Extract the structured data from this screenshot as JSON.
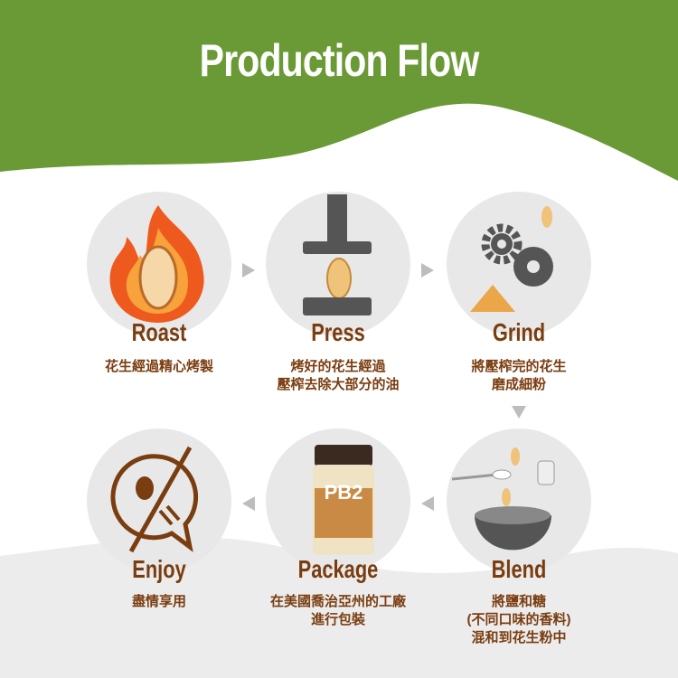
{
  "title": "Production Flow",
  "colors": {
    "green": "#6a9a35",
    "brown": "#7a3d10",
    "gray": "#e8e8e8"
  },
  "steps": [
    {
      "title": "Roast",
      "desc": [
        "花生經過精心烤製"
      ],
      "icon": "fire-peanut-icon"
    },
    {
      "title": "Press",
      "desc": [
        "烤好的花生經過",
        "壓榨去除大部分的油"
      ],
      "icon": "press-icon"
    },
    {
      "title": "Grind",
      "desc": [
        "將壓榨完的花生",
        "磨成細粉"
      ],
      "icon": "gears-icon"
    },
    {
      "title": "Blend",
      "desc": [
        "將鹽和糖",
        "(不同口味的香料)",
        "混和到花生粉中"
      ],
      "icon": "bowl-icon"
    },
    {
      "title": "Package",
      "desc": [
        "在美國喬治亞州的工廠",
        "進行包裝"
      ],
      "icon": "jar-icon"
    },
    {
      "title": "Enjoy",
      "desc": [
        "盡情享用"
      ],
      "icon": "spoon-fork-icon"
    }
  ],
  "jar_label": "PB2"
}
